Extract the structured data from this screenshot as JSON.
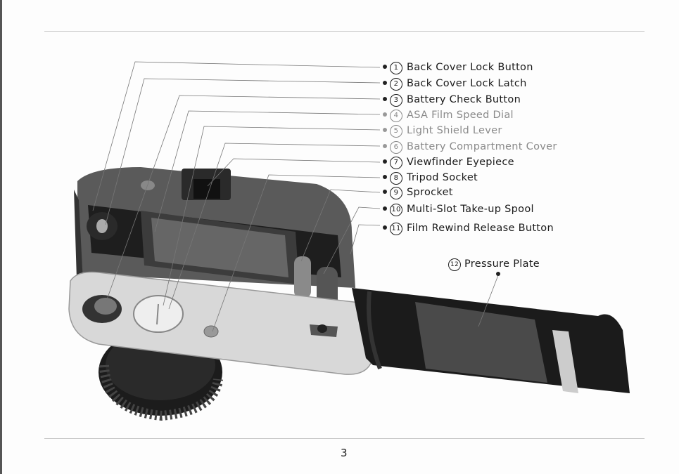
{
  "callouts": [
    {
      "num": "1",
      "label": "Back Cover Lock Button"
    },
    {
      "num": "2",
      "label": "Back Cover Lock Latch"
    },
    {
      "num": "3",
      "label": "Battery Check Button"
    },
    {
      "num": "4",
      "label": "ASA Film Speed Dial"
    },
    {
      "num": "5",
      "label": "Light Shield Lever"
    },
    {
      "num": "6",
      "label": "Battery Compartment Cover"
    },
    {
      "num": "7",
      "label": "Viewfinder Eyepiece"
    },
    {
      "num": "8",
      "label": "Tripod Socket"
    },
    {
      "num": "9",
      "label": "Sprocket"
    },
    {
      "num": "10",
      "label": "Multi-Slot Take-up Spool"
    },
    {
      "num": "11",
      "label": "Film Rewind Release Button"
    }
  ],
  "pressure_plate": {
    "num": "12",
    "label": "Pressure Plate"
  },
  "page_number": "3"
}
